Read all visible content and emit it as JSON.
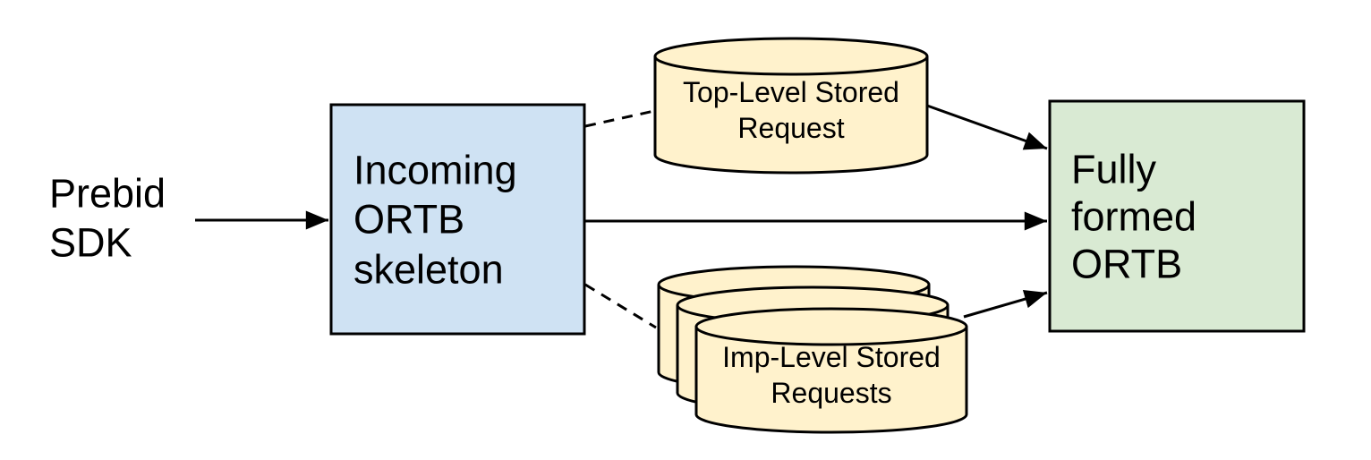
{
  "colors": {
    "background": "#ffffff",
    "border": "#000000",
    "text": "#000000",
    "skeleton_box_fill": "#cfe2f3",
    "ortb_box_fill": "#d9ead3",
    "stored_request_fill": "#fff2cc"
  },
  "nodes": {
    "prebid_sdk": {
      "lines": [
        "Prebid",
        "SDK"
      ]
    },
    "incoming_ortb": {
      "lines": [
        "Incoming",
        "ORTB",
        "skeleton"
      ]
    },
    "top_level_stored_request": {
      "lines": [
        "Top-Level Stored",
        "Request"
      ]
    },
    "imp_level_stored_requests": {
      "lines": [
        "Imp-Level Stored",
        "Requests"
      ]
    },
    "fully_formed_ortb": {
      "lines": [
        "Fully",
        "formed",
        "ORTB"
      ]
    }
  },
  "edges": [
    {
      "from": "prebid_sdk",
      "to": "incoming_ortb",
      "style": "solid-arrow"
    },
    {
      "from": "incoming_ortb",
      "to": "top_level_stored_request",
      "style": "dashed"
    },
    {
      "from": "incoming_ortb",
      "to": "fully_formed_ortb",
      "style": "solid-arrow"
    },
    {
      "from": "incoming_ortb",
      "to": "imp_level_stored_requests",
      "style": "dashed"
    },
    {
      "from": "top_level_stored_request",
      "to": "fully_formed_ortb",
      "style": "solid-arrow"
    },
    {
      "from": "imp_level_stored_requests",
      "to": "fully_formed_ortb",
      "style": "solid-arrow"
    }
  ]
}
